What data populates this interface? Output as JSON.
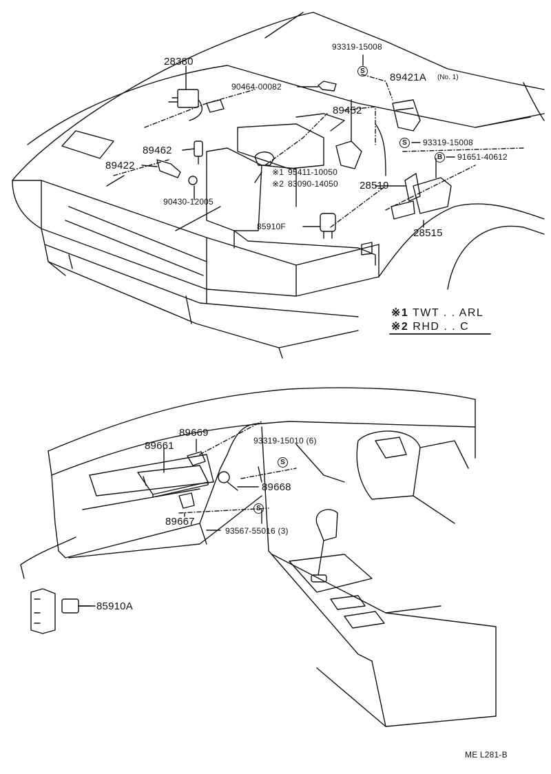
{
  "diagram": {
    "parts": {
      "p28380": "28380",
      "p90464": "90464-00082",
      "p93319a": "93319-15008",
      "p89421A": "89421A",
      "p89421A_note": "(No. 1)",
      "p89452": "89452",
      "p93319b": "93319-15008",
      "p91651": "91651-40612",
      "p89462": "89462",
      "p89422": "89422",
      "p95411": "95411-10050",
      "p83090": "83090-14050",
      "p28519": "28519",
      "p90430": "90430-12005",
      "p85910F": "85910F",
      "p28515": "28515",
      "p89669": "89669",
      "p89661": "89661",
      "p93319c": "93319-15010 (6)",
      "p89668": "89668",
      "p89667": "89667",
      "p93567": "93567-55016 (3)",
      "p85910A": "85910A"
    },
    "symbols": {
      "s": "S",
      "b": "B",
      "mark1": "※1",
      "mark2": "※2"
    },
    "notes": {
      "n1_mark": "※1",
      "n1_text": "TWT . . ARL",
      "n2_mark": "※2",
      "n2_text": "RHD . . C"
    },
    "footer": "ME  L281-B"
  }
}
